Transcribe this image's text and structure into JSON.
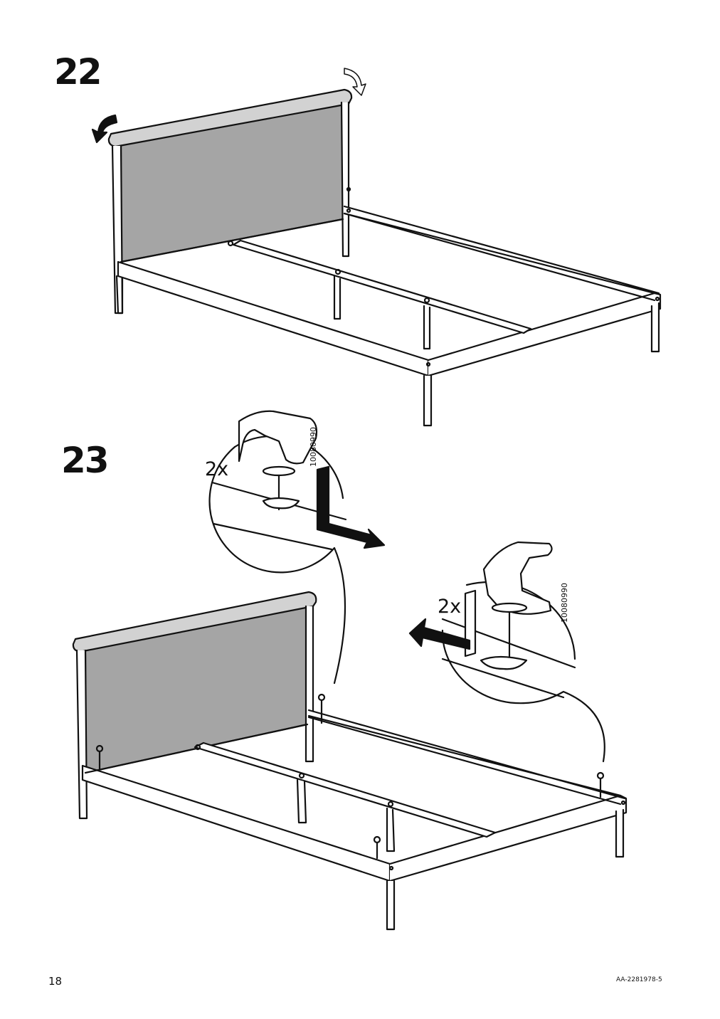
{
  "steps": [
    {
      "number": "22"
    },
    {
      "number": "23",
      "callouts": [
        {
          "quantity": "2x",
          "part_number": "10080990"
        },
        {
          "quantity": "2x",
          "part_number": "10080990"
        }
      ]
    }
  ],
  "footer": {
    "page_number": "18",
    "doc_code": "AA-2281978-5"
  },
  "colors": {
    "headboard_panel": "#a5a5a5",
    "line": "#111111",
    "arrow_fill": "#111111"
  }
}
